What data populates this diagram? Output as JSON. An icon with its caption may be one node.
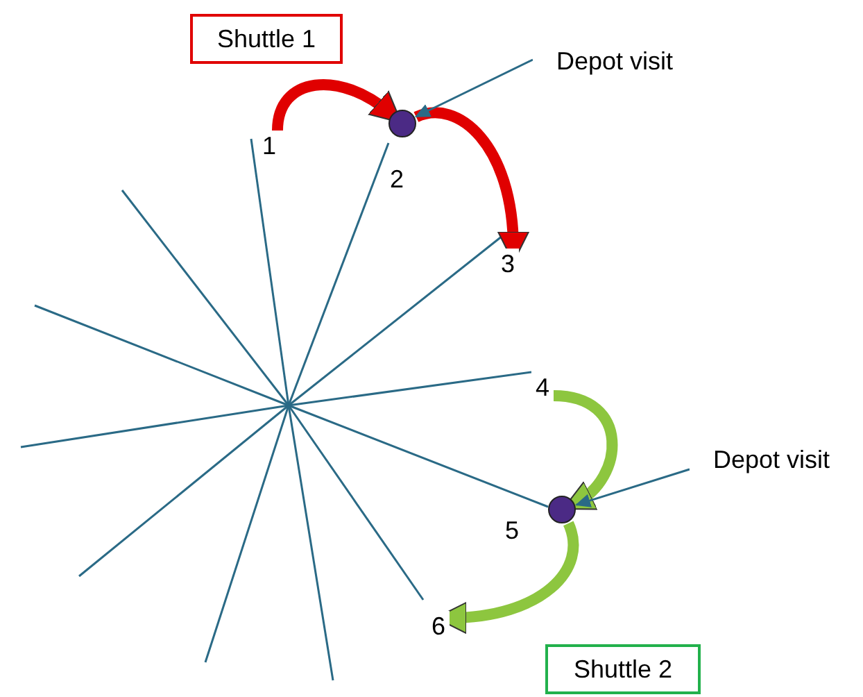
{
  "diagram": {
    "nodes": [
      {
        "text": [
          "Shuttle 1"
        ]
      },
      {
        "text": [
          "Depot visit"
        ]
      },
      {
        "text": [
          "1"
        ]
      },
      {
        "text": [],
        "shape": "circle"
      },
      {
        "text": [
          "3"
        ]
      },
      {
        "text": [
          "4"
        ]
      },
      {
        "text": [
          "Depot visit"
        ]
      },
      {
        "text": [],
        "shape": "circle"
      },
      {
        "text": [
          "6"
        ]
      },
      {
        "text": [
          "Shuttle 2"
        ]
      }
    ],
    "edges": [
      {
        "from": 2,
        "to": 3,
        "arrow": "to",
        "color": "#e00000"
      },
      {
        "from": 3,
        "to": 4,
        "arrow": "to",
        "color": "#e00000"
      },
      {
        "from": 1,
        "to": 3,
        "arrow": "to",
        "color": "#2a6a86"
      },
      {
        "from": 5,
        "to": 7,
        "arrow": "to",
        "color": "#8dc63f"
      },
      {
        "from": 7,
        "to": 8,
        "arrow": "to",
        "color": "#8dc63f"
      },
      {
        "from": 6,
        "to": 7,
        "arrow": "to",
        "color": "#2a6a86"
      }
    ],
    "labels": [
      "2",
      "5"
    ]
  }
}
